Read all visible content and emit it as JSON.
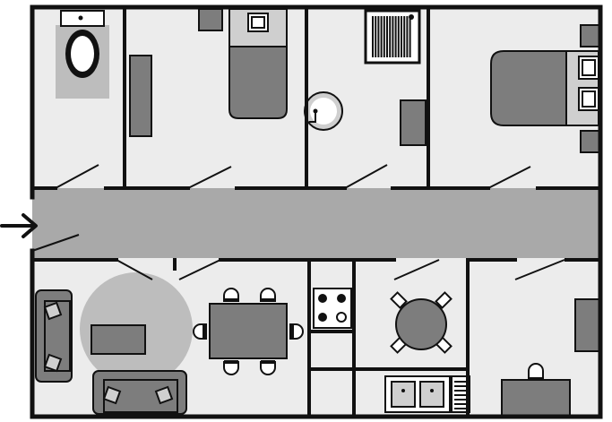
{
  "colors": {
    "floor": "#ececec",
    "wall": "#111111",
    "corridor": "#a9a9a9",
    "furniture": "#7d7d7d",
    "furniture_light": "#cfcfcf",
    "rug": "#bdbdbd",
    "fixture": "#ffffff",
    "entry_arrow": "#111111"
  },
  "rooms": [
    {
      "name": "bathroom-wc"
    },
    {
      "name": "bedroom-single"
    },
    {
      "name": "washroom"
    },
    {
      "name": "bedroom-double"
    },
    {
      "name": "corridor"
    },
    {
      "name": "living-room"
    },
    {
      "name": "dining-room"
    },
    {
      "name": "kitchen"
    },
    {
      "name": "breakfast-nook"
    },
    {
      "name": "bedroom-small"
    }
  ],
  "icons": [
    "entry-arrow-icon",
    "toilet-icon",
    "shower-icon",
    "sink-icon",
    "stove-icon",
    "kitchen-sink-icon",
    "door-swing-icon"
  ]
}
